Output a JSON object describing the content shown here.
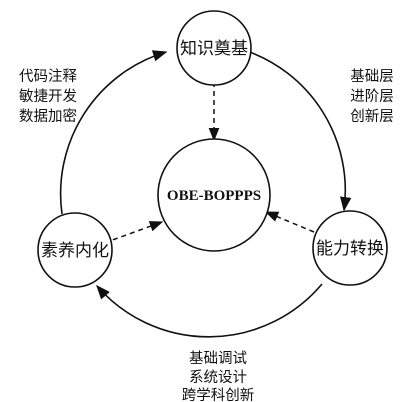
{
  "diagram": {
    "nodes": {
      "top": "知识奠基",
      "right": "能力转换",
      "left": "素养内化",
      "center": "OBE-BOPPPS"
    },
    "side_labels": {
      "top_left": [
        "代码注释",
        "敏捷开发",
        "数据加密"
      ],
      "top_right": [
        "基础层",
        "进阶层",
        "创新层"
      ],
      "bottom": [
        "基础调试",
        "系统设计",
        "跨学科创新"
      ]
    },
    "colors": {
      "stroke": "#111111",
      "fill": "#ffffff"
    }
  }
}
